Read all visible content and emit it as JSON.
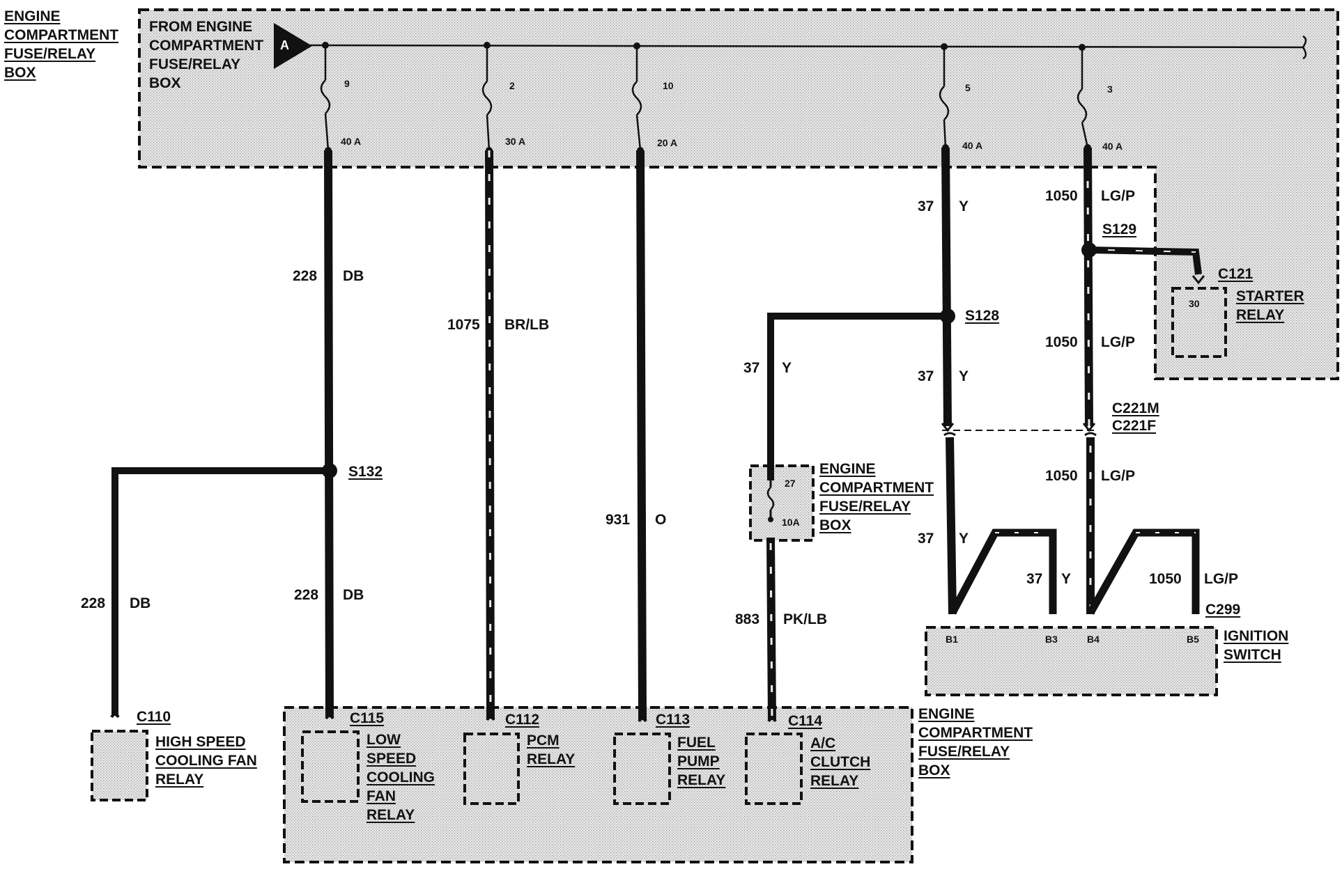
{
  "colors": {
    "wire": "#111111",
    "box_fill": "#dadada",
    "border": "#111111",
    "background": "#ffffff"
  },
  "corner_label": [
    "ENGINE",
    "COMPARTMENT",
    "FUSE/RELAY",
    "BOX"
  ],
  "source_label": [
    "FROM ENGINE",
    "COMPARTMENT",
    "FUSE/RELAY",
    "BOX"
  ],
  "connector_a": "A",
  "fuses": [
    {
      "number": "9",
      "rating": "40 A"
    },
    {
      "number": "2",
      "rating": "30 A"
    },
    {
      "number": "10",
      "rating": "20 A"
    },
    {
      "number": "5",
      "rating": "40 A"
    },
    {
      "number": "3",
      "rating": "40 A"
    }
  ],
  "circuits": {
    "c228_upper": {
      "number": "228",
      "color": "DB"
    },
    "c228_lower": {
      "number": "228",
      "color": "DB"
    },
    "c228_branch": {
      "number": "228",
      "color": "DB"
    },
    "c1075": {
      "number": "1075",
      "color": "BR/LB"
    },
    "c931": {
      "number": "931",
      "color": "O"
    },
    "c37_top": {
      "number": "37",
      "color": "Y"
    },
    "c37_mid": {
      "number": "37",
      "color": "Y"
    },
    "c37_branch": {
      "number": "37",
      "color": "Y"
    },
    "c37_low": {
      "number": "37",
      "color": "Y"
    },
    "c37_b3": {
      "number": "37",
      "color": "Y"
    },
    "c1050_top": {
      "number": "1050",
      "color": "LG/P"
    },
    "c1050_mid": {
      "number": "1050",
      "color": "LG/P"
    },
    "c1050_low": {
      "number": "1050",
      "color": "LG/P"
    },
    "c1050_b5": {
      "number": "1050",
      "color": "LG/P"
    },
    "c883": {
      "number": "883",
      "color": "PK/LB"
    }
  },
  "splices": {
    "s129": "S129",
    "s128": "S128",
    "s132": "S132"
  },
  "connectors": {
    "c121": "C121",
    "c221m": "C221M",
    "c221f": "C221F",
    "c299": "C299",
    "c110": "C110",
    "c115": "C115",
    "c112": "C112",
    "c113": "C113",
    "c114": "C114"
  },
  "starter_relay": {
    "label": [
      "STARTER",
      "RELAY"
    ],
    "pin": "30"
  },
  "mid_fuse_box": {
    "label": [
      "ENGINE",
      "COMPARTMENT",
      "FUSE/RELAY",
      "BOX"
    ],
    "fuse_number": "27",
    "fuse_rating": "10A"
  },
  "ignition_switch": {
    "label": [
      "IGNITION",
      "SWITCH"
    ],
    "pins": [
      "B1",
      "B3",
      "B4",
      "B5"
    ]
  },
  "relays": {
    "high_speed": [
      "HIGH SPEED",
      "COOLING FAN",
      "RELAY"
    ],
    "low_speed": [
      "LOW",
      "SPEED",
      "COOLING",
      "FAN",
      "RELAY"
    ],
    "pcm": [
      "PCM",
      "RELAY"
    ],
    "fuel_pump": [
      "FUEL",
      "PUMP",
      "RELAY"
    ],
    "ac_clutch": [
      "A/C",
      "CLUTCH",
      "RELAY"
    ]
  },
  "bottom_box_label": [
    "ENGINE",
    "COMPARTMENT",
    "FUSE/RELAY",
    "BOX"
  ]
}
